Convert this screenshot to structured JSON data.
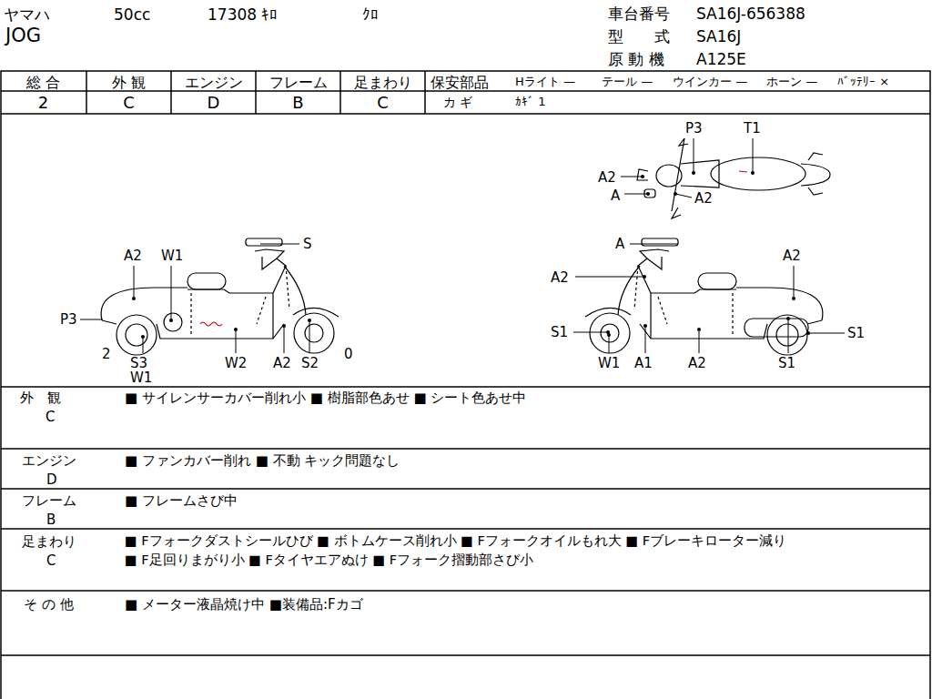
{
  "diagram": {
    "labels": [
      "ヤマハ",
      "50cc",
      "17308 ｷﾛ",
      "ｸﾛ",
      "JOG",
      "車台番号",
      "SA16J-656388",
      "型　　式",
      "SA16J",
      "原 動 機",
      "A125E",
      "総 合",
      "外 観",
      "エンジン",
      "フレーム",
      "足まわり",
      "2",
      "C",
      "D",
      "B",
      "C",
      "保安部品",
      "Hライト —",
      "テール —",
      "ウインカー —",
      "ホーン —",
      "ﾊﾞｯﾃﾘｰ ×",
      "カ ギ",
      "ｶｷﾞ 1",
      "P3",
      "T1",
      "A2",
      "A",
      "A2",
      "S",
      "A2",
      "W1",
      "P3",
      "2",
      "S3",
      "W1",
      "W2",
      "A2",
      "S2",
      "0",
      "A",
      "A2",
      "A2",
      "S1",
      "S1",
      "W1",
      "A1",
      "A2",
      "S1",
      "外　観",
      "C",
      "■ サイレンサーカバー削れ小 ■ 樹脂部色あせ ■ シート色あせ中",
      "エンジン",
      "D",
      "■ ファンカバー削れ ■ 不動 キック問題なし",
      "フレーム",
      "B",
      "■ フレームさび中",
      "足まわり",
      "C",
      "■ Fフォークダストシールひび ■ ボトムケース削れ小 ■ Fフォークオイルもれ大 ■ Fブレーキローター減り",
      "■ F足回りまがり小 ■ Fタイヤエアぬけ ■ Fフォーク摺動部さび小",
      "そ の 他",
      "■ メーター液晶焼け中 ■装備品:Fカゴ"
    ]
  }
}
